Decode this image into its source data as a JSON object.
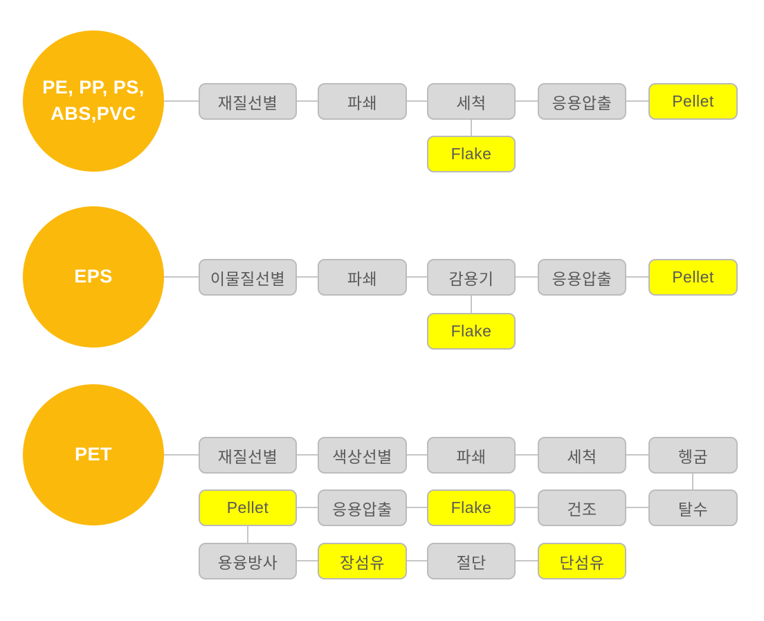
{
  "diagram": {
    "description": "Plastic recycling process flow diagram",
    "colors": {
      "circle_fill": "#FBB90C",
      "circle_text": "#FFFFFF",
      "process_fill": "#D9D9D9",
      "process_border": "#BCBCBC",
      "highlight_fill": "#FFFF00",
      "highlight_border": "#B9B9B9",
      "box_text": "#595959",
      "connector": "#C6C6C6"
    },
    "rows": [
      {
        "material": "PE, PP, PS,\nABS,PVC",
        "steps": [
          "재질선별",
          "파쇄",
          "세척",
          "응용압출",
          "Pellet"
        ],
        "branch": "Flake",
        "branch_from": "세척"
      },
      {
        "material": "EPS",
        "steps": [
          "이물질선별",
          "파쇄",
          "감용기",
          "응용압출",
          "Pellet"
        ],
        "branch": "Flake",
        "branch_from": "감용기"
      },
      {
        "material": "PET",
        "line1": [
          "재질선별",
          "색상선별",
          "파쇄",
          "세척",
          "헹굼"
        ],
        "line2": [
          "Pellet",
          "응용압출",
          "Flake",
          "건조",
          "탈수"
        ],
        "line3": [
          "용융방사",
          "장섬유",
          "절단",
          "단섬유"
        ]
      }
    ]
  }
}
